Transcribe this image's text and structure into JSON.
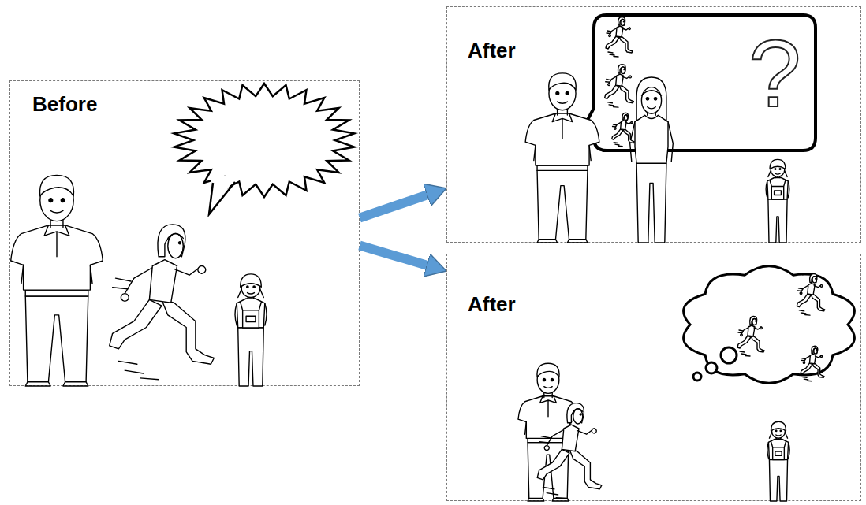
{
  "diagram": {
    "nodes": [
      {
        "text": [
          "Before"
        ]
      },
      {
        "text": [
          "After"
        ]
      },
      {
        "text": [
          "After"
        ]
      },
      {
        "text": [
          "?"
        ],
        "in": 1
      }
    ],
    "edges": [
      {
        "from": 0,
        "to": 1,
        "arrow": "to"
      },
      {
        "from": 0,
        "to": 2,
        "arrow": "to"
      }
    ]
  }
}
